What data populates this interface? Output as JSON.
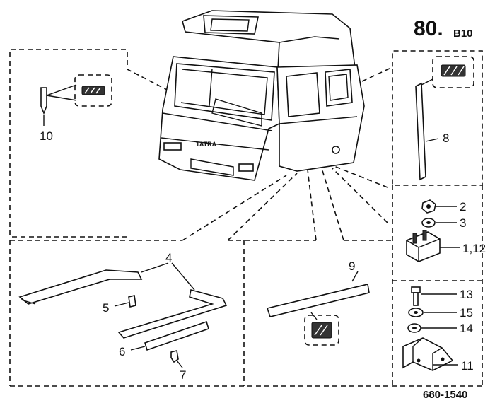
{
  "header": {
    "sheet_number": "80.",
    "sheet_suffix": "B10"
  },
  "footer": {
    "drawing_code": "680-1540"
  },
  "cab": {
    "brand_text": "TATRA"
  },
  "callouts": {
    "p10": "10",
    "p8": "8",
    "p2": "2",
    "p3": "3",
    "p1_12": "1,12",
    "p4": "4",
    "p5": "5",
    "p6": "6",
    "p7": "7",
    "p9": "9",
    "p13": "13",
    "p15": "15",
    "p14": "14",
    "p11": "11"
  },
  "icons": [
    "cross-section-icon",
    "cross-section-icon",
    "cross-section-icon",
    "cross-section-icon"
  ]
}
